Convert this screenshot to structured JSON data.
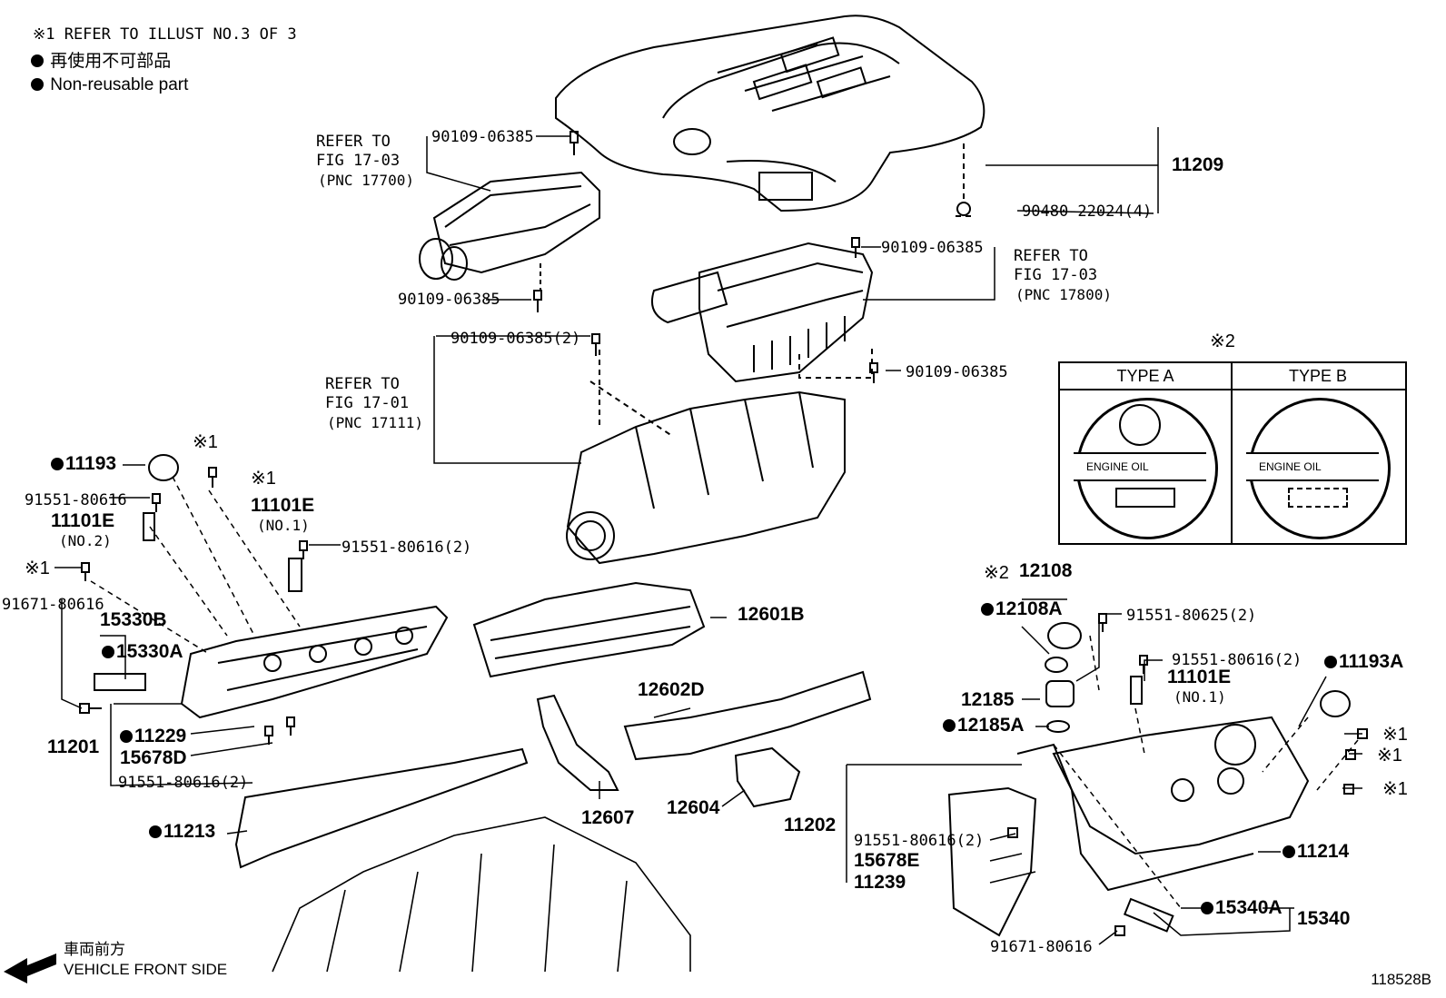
{
  "legend": {
    "refer_note": "※1 REFER TO ILLUST NO.3 OF 3",
    "nonreusable_jp": "再使用不可部品",
    "nonreusable_en": "Non-reusable part"
  },
  "labels": {
    "l_90109_a": "90109-06385",
    "l_refer_17700_1": "REFER TO",
    "l_refer_17700_2": "FIG 17-03",
    "l_refer_17700_3": "(PNC 17700)",
    "l_11209": "11209",
    "l_90480": "90480-22024(4)",
    "l_90109_b": "90109-06385",
    "l_refer_17800_1": "REFER TO",
    "l_refer_17800_2": "FIG 17-03",
    "l_refer_17800_3": "(PNC 17800)",
    "l_90109_c": "90109-06385",
    "l_90109_d": "90109-06385(2)",
    "l_refer_17111_1": "REFER TO",
    "l_refer_17111_2": "FIG 17-01",
    "l_refer_17111_3": "(PNC 17111)",
    "l_90109_e": "90109-06385",
    "l_star2_top": "※2",
    "l_11193": "11193",
    "l_star1_a": "※1",
    "l_star1_b": "※1",
    "l_91551_a": "91551-80616",
    "l_11101e_no2": "11101E",
    "l_no2": "(NO.2)",
    "l_11101e_no1": "11101E",
    "l_no1": "(NO.1)",
    "l_91551_b": "91551-80616(2)",
    "l_star1_c": "※1",
    "l_91671_a": "91671-80616",
    "l_15330b": "15330B",
    "l_15330a": "15330A",
    "l_12601b": "12601B",
    "l_11201": "11201",
    "l_11229": "11229",
    "l_15678d": "15678D",
    "l_91551_c": "91551-80616(2)",
    "l_12602d": "12602D",
    "l_12607": "12607",
    "l_12604": "12604",
    "l_11213": "11213",
    "l_star2_b": "※2",
    "l_12108": "12108",
    "l_12108a": "12108A",
    "l_91551_80625": "91551-80625(2)",
    "l_91551_d": "91551-80616(2)",
    "l_11101e_r": "11101E",
    "l_no1_r": "(NO.1)",
    "l_11193a": "11193A",
    "l_12185": "12185",
    "l_12185a": "12185A",
    "l_star1_d": "※1",
    "l_star1_e": "※1",
    "l_star1_f": "※1",
    "l_11202": "11202",
    "l_91551_e": "91551-80616(2)",
    "l_15678e": "15678E",
    "l_11239": "11239",
    "l_11214": "11214",
    "l_15340a": "15340A",
    "l_15340": "15340",
    "l_91671_b": "91671-80616"
  },
  "types": {
    "type_a": "TYPE A",
    "type_b": "TYPE B",
    "cap_text_a": "ENGINE OIL",
    "cap_text_b": "ENGINE OIL"
  },
  "footer": {
    "direction_jp": "車両前方",
    "direction_en": "VEHICLE FRONT SIDE",
    "figure_id": "118528B"
  }
}
